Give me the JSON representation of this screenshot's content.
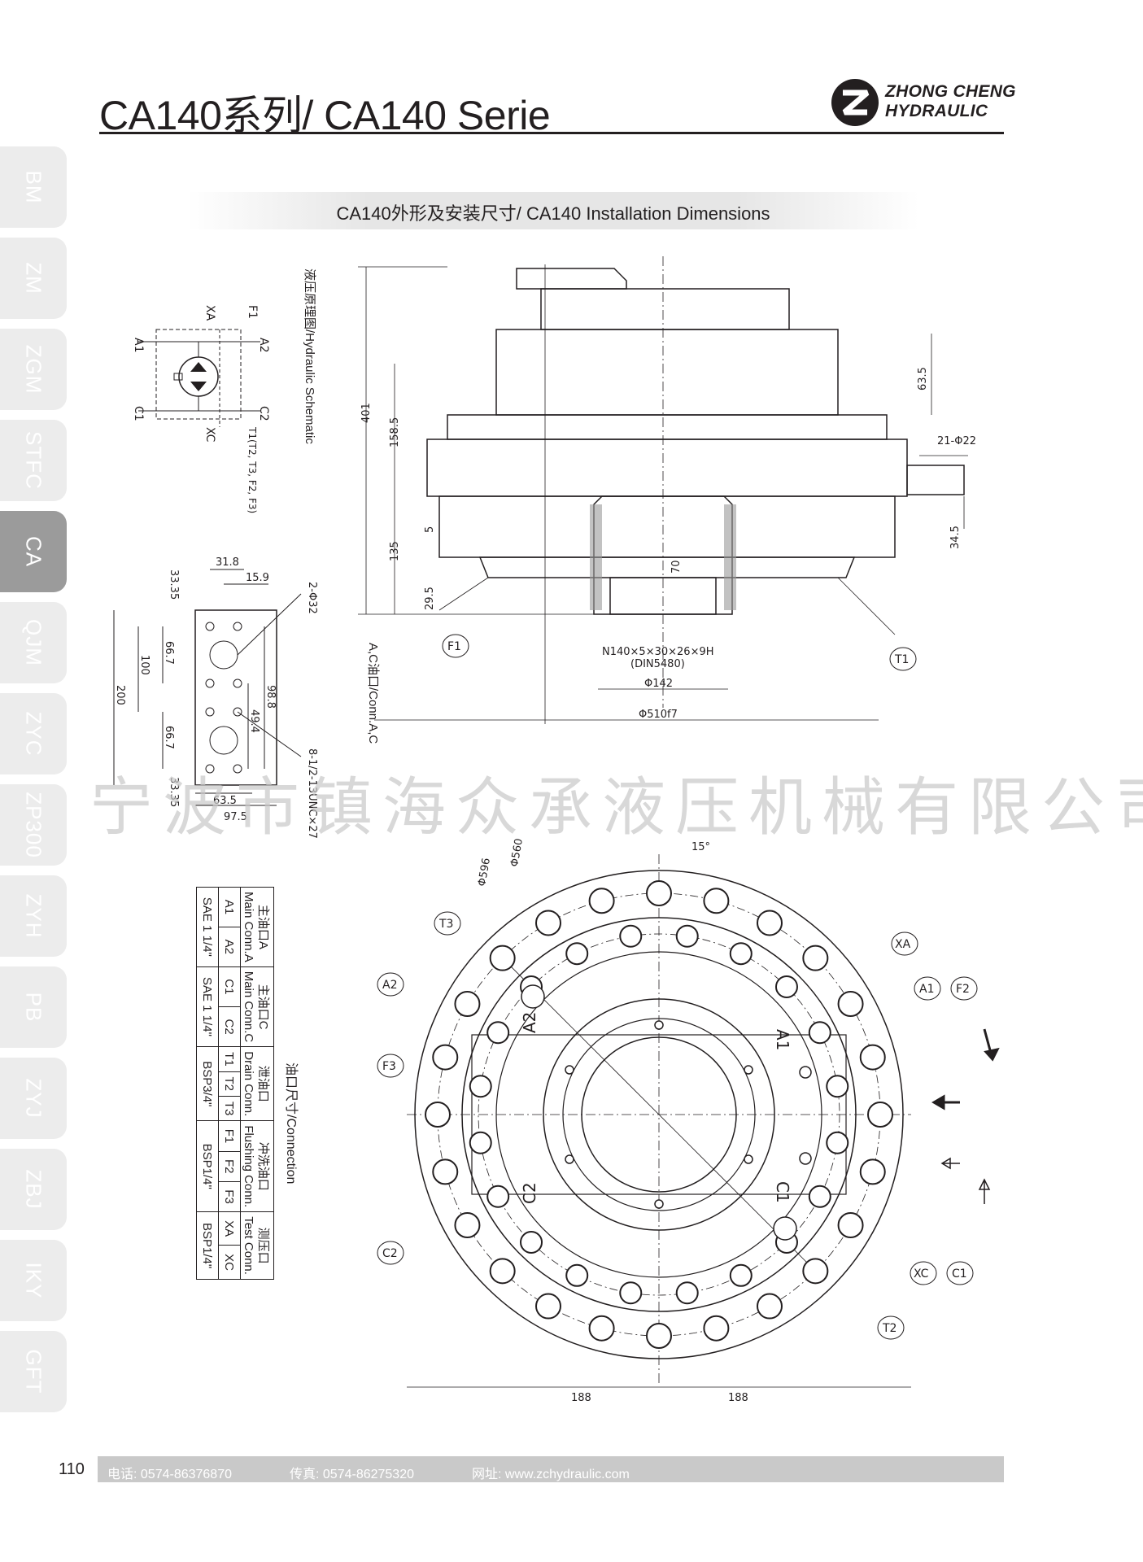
{
  "header": {
    "title": "CA140系列/ CA140 Serie",
    "brand_line1": "ZHONG CHENG",
    "brand_line2": "HYDRAULIC"
  },
  "sidebar": {
    "items": [
      {
        "label": "BM",
        "active": false
      },
      {
        "label": "ZM",
        "active": false
      },
      {
        "label": "ZGM",
        "active": false
      },
      {
        "label": "STFC",
        "active": false
      },
      {
        "label": "CA",
        "active": true
      },
      {
        "label": "QJM",
        "active": false
      },
      {
        "label": "ZYC",
        "active": false
      },
      {
        "label": "ZP300",
        "active": false
      },
      {
        "label": "ZYH",
        "active": false
      },
      {
        "label": "PB",
        "active": false
      },
      {
        "label": "ZYJ",
        "active": false
      },
      {
        "label": "ZBJ",
        "active": false
      },
      {
        "label": "IKY",
        "active": false
      },
      {
        "label": "GFT",
        "active": false
      }
    ]
  },
  "section": {
    "title": "CA140外形及安装尺寸/ CA140 Installation Dimensions"
  },
  "schematic": {
    "caption": "液压原理图/Hydraulic Schematic",
    "ports": [
      "A1",
      "A2",
      "C1",
      "C2",
      "F1",
      "XA",
      "XC",
      "T1(T2, T3, F2, F3)"
    ]
  },
  "port_block": {
    "caption": "A,C油口/Conn.A,C",
    "dims": [
      "31.8",
      "15.9",
      "33.35",
      "2-Φ32",
      "100",
      "66.7",
      "200",
      "98.8",
      "49.4",
      "66.7",
      "8-1/2-13UNC×27",
      "33.35",
      "63.5",
      "97.5"
    ]
  },
  "side_view": {
    "dims": [
      "401",
      "158.5",
      "5",
      "135",
      "29.5",
      "63.5",
      "21-Φ22",
      "34.5",
      "70"
    ],
    "spline": "N140×5×30×26×9H",
    "spline_std": "(DIN5480)",
    "dia_142": "Φ142",
    "dia_510": "Φ510f7",
    "callouts": [
      "F1",
      "T1"
    ]
  },
  "front_view": {
    "dims": [
      "15°",
      "Φ560",
      "Φ596",
      "188",
      "188"
    ],
    "callouts": [
      "T3",
      "XA",
      "A2",
      "A1",
      "F2",
      "F3",
      "C2",
      "XC",
      "C1",
      "T2"
    ],
    "inner_labels": [
      "A2",
      "A1",
      "C2",
      "C1"
    ]
  },
  "watermark": "宁波市镇海众承液压机械有限公司",
  "connection_table": {
    "caption": "油口尺寸/Connection",
    "groups": [
      {
        "title_cn": "主油口A",
        "title_en": "Main Conn.A",
        "ports": [
          "A1",
          "A2"
        ],
        "size": "SAE 1 1/4\""
      },
      {
        "title_cn": "主油口C",
        "title_en": "Main Conn.C",
        "ports": [
          "C1",
          "C2"
        ],
        "size": "SAE 1 1/4\""
      },
      {
        "title_cn": "泄油口",
        "title_en": "Drain Conn.",
        "ports": [
          "T1",
          "T2",
          "T3"
        ],
        "size": "BSP3/4\""
      },
      {
        "title_cn": "冲洗油口",
        "title_en": "Flushing Conn.",
        "ports": [
          "F1",
          "F2",
          "F3"
        ],
        "size": "BSP1/4\""
      },
      {
        "title_cn": "测压口",
        "title_en": "Test Conn.",
        "ports": [
          "XA",
          "XC"
        ],
        "size": "BSP1/4\""
      }
    ]
  },
  "footer": {
    "page_number": "110",
    "phone": "电话: 0574-86376870",
    "fax": "传真: 0574-86275320",
    "website": "网址: www.zchydraulic.com"
  }
}
